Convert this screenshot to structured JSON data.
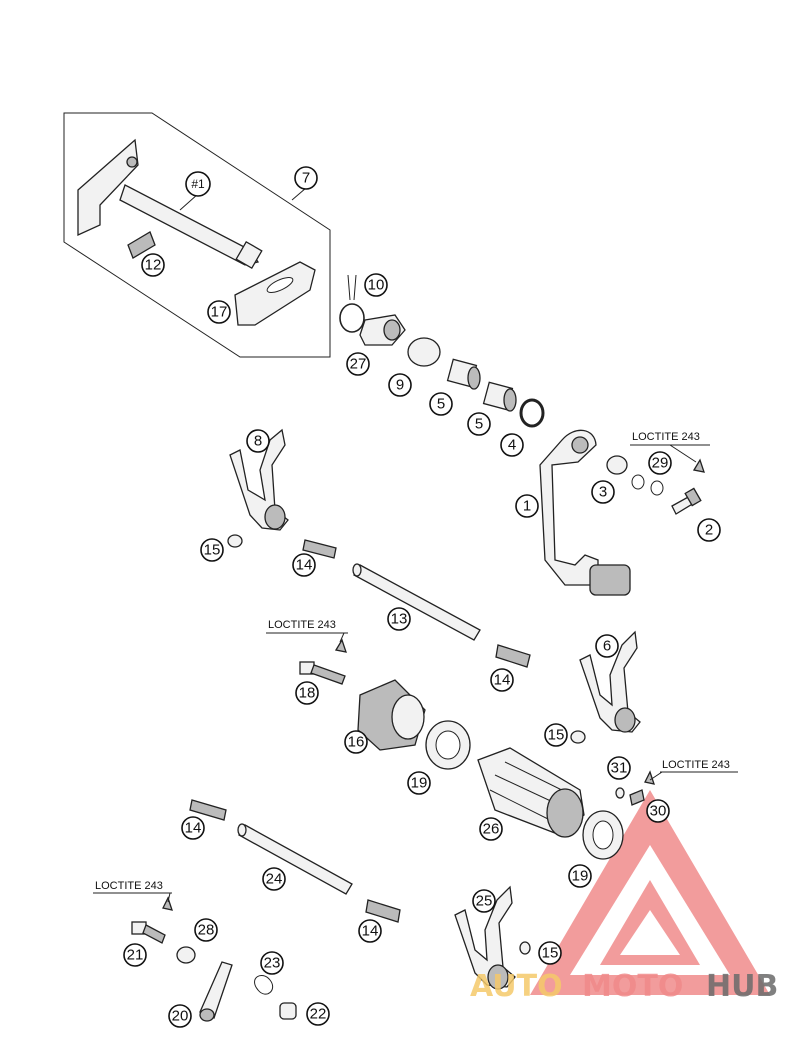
{
  "callouts": {
    "c7": "7",
    "c1hash": "#1",
    "c12": "12",
    "c17": "17",
    "c10": "10",
    "c27": "27",
    "c9": "9",
    "c5a": "5",
    "c5b": "5",
    "c4": "4",
    "c8": "8",
    "c3": "3",
    "c29": "29",
    "c1": "1",
    "c2": "2",
    "c15a": "15",
    "c14a": "14",
    "c13": "13",
    "c6": "6",
    "c18": "18",
    "c14b": "14",
    "c16": "16",
    "c15b": "15",
    "c31": "31",
    "c30": "30",
    "c19a": "19",
    "c26": "26",
    "c19b": "19",
    "c14c": "14",
    "c24": "24",
    "c25": "25",
    "c21": "21",
    "c28": "28",
    "c14d": "14",
    "c15c": "15",
    "c23": "23",
    "c20": "20",
    "c22": "22"
  },
  "loctite": {
    "l1": "LOCTITE 243",
    "l2": "LOCTITE 243",
    "l3": "LOCTITE 243",
    "l4": "LOCTITE 243"
  },
  "watermark": {
    "part1": "AUTO",
    "part2": "MOTO",
    "part3": "HUB",
    "color_auto": "#f5c96a",
    "color_moto": "#f08a8a",
    "color_hub": "#6b6b6b",
    "color_logo": "#e84c4c"
  }
}
